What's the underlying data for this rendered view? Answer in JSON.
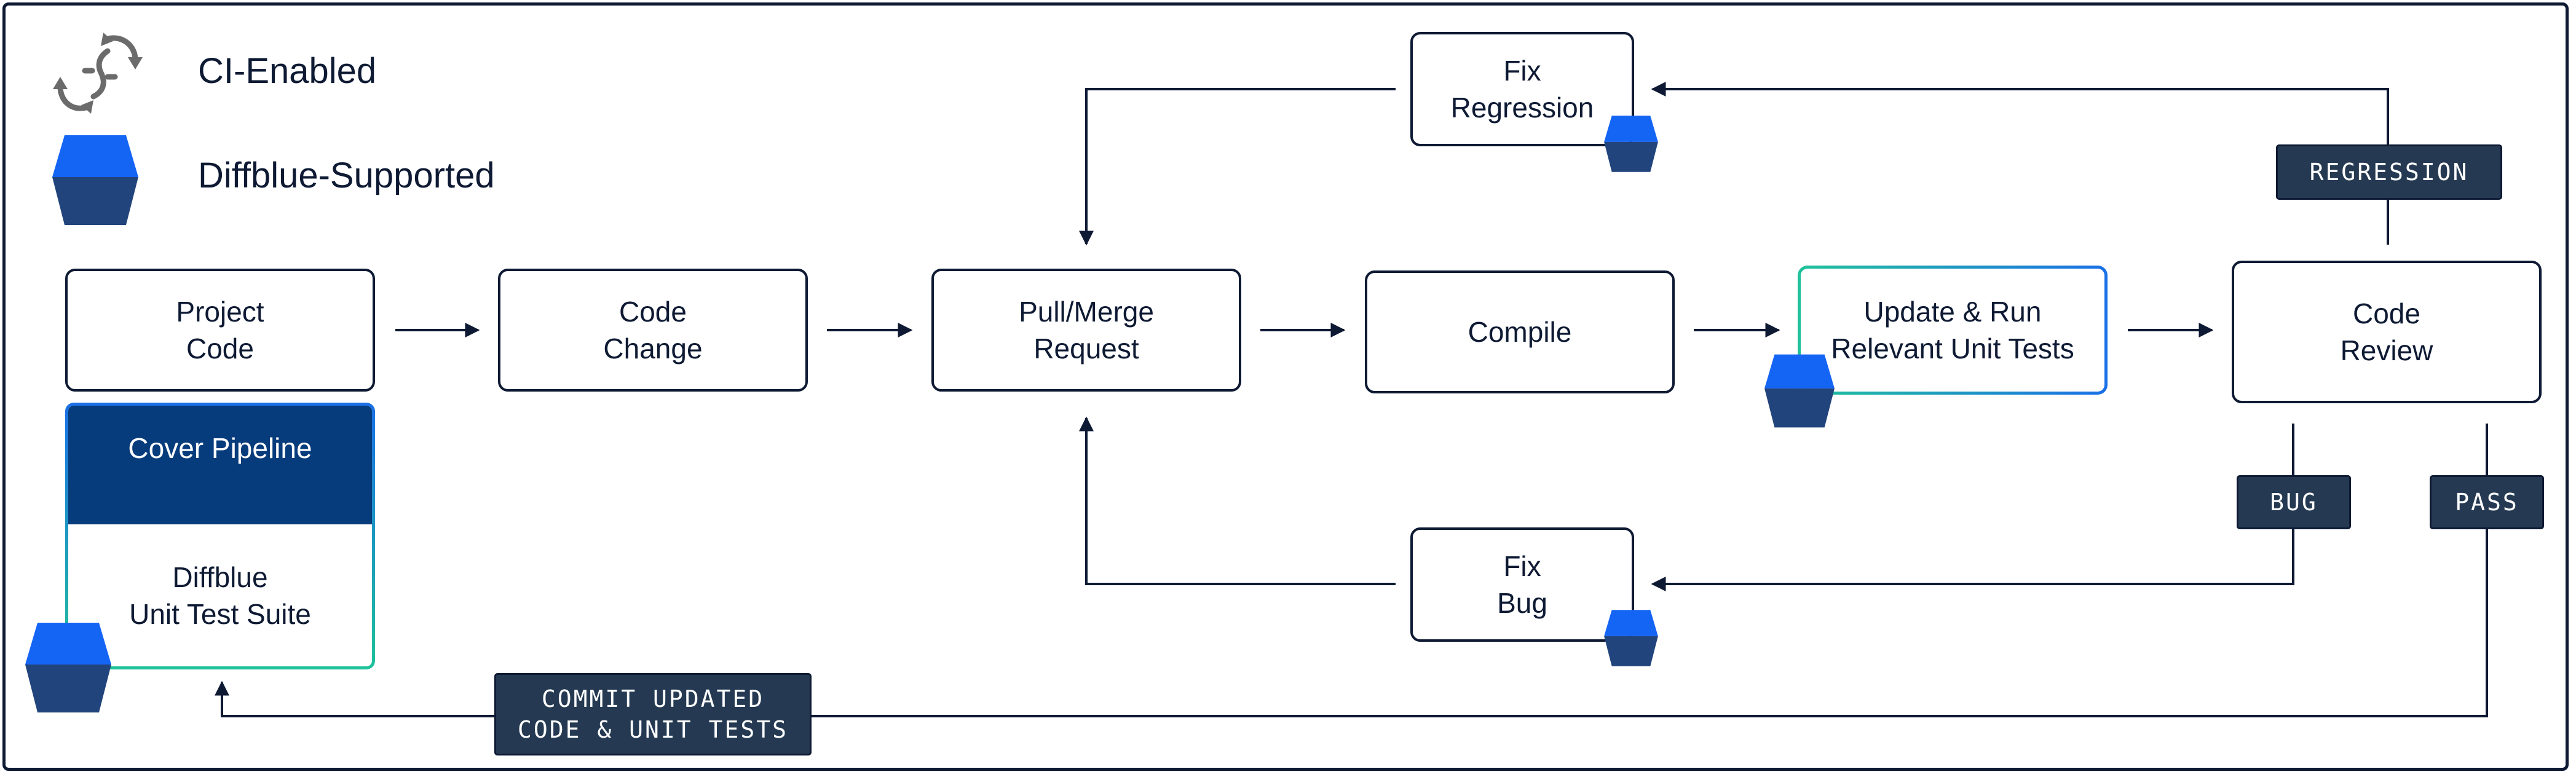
{
  "legend": {
    "ci_label": "CI-Enabled",
    "diffblue_label": "Diffblue-Supported"
  },
  "nodes": {
    "project_code": "Project\nCode",
    "code_change": "Code\nChange",
    "pull_merge": "Pull/Merge\nRequest",
    "compile": "Compile",
    "update_run": "Update & Run\nRelevant Unit Tests",
    "code_review": "Code\nReview",
    "fix_regression": "Fix\nRegression",
    "fix_bug": "Fix\nBug"
  },
  "cover": {
    "title": "Cover Pipeline",
    "body": "Diffblue\nUnit Test Suite"
  },
  "tags": {
    "regression": "REGRESSION",
    "bug": "BUG",
    "pass": "PASS",
    "commit": "COMMIT UPDATED\nCODE & UNIT TESTS"
  },
  "colors": {
    "navy": "#0e1a33",
    "brand_blue": "#1a6fe6",
    "dark_blue": "#063b7c",
    "teal": "#1fc29a",
    "tag_bg": "#253a52"
  },
  "icons": {
    "ci": "cycle-arrows-icon",
    "diffblue": "blue-hexagon-icon"
  }
}
